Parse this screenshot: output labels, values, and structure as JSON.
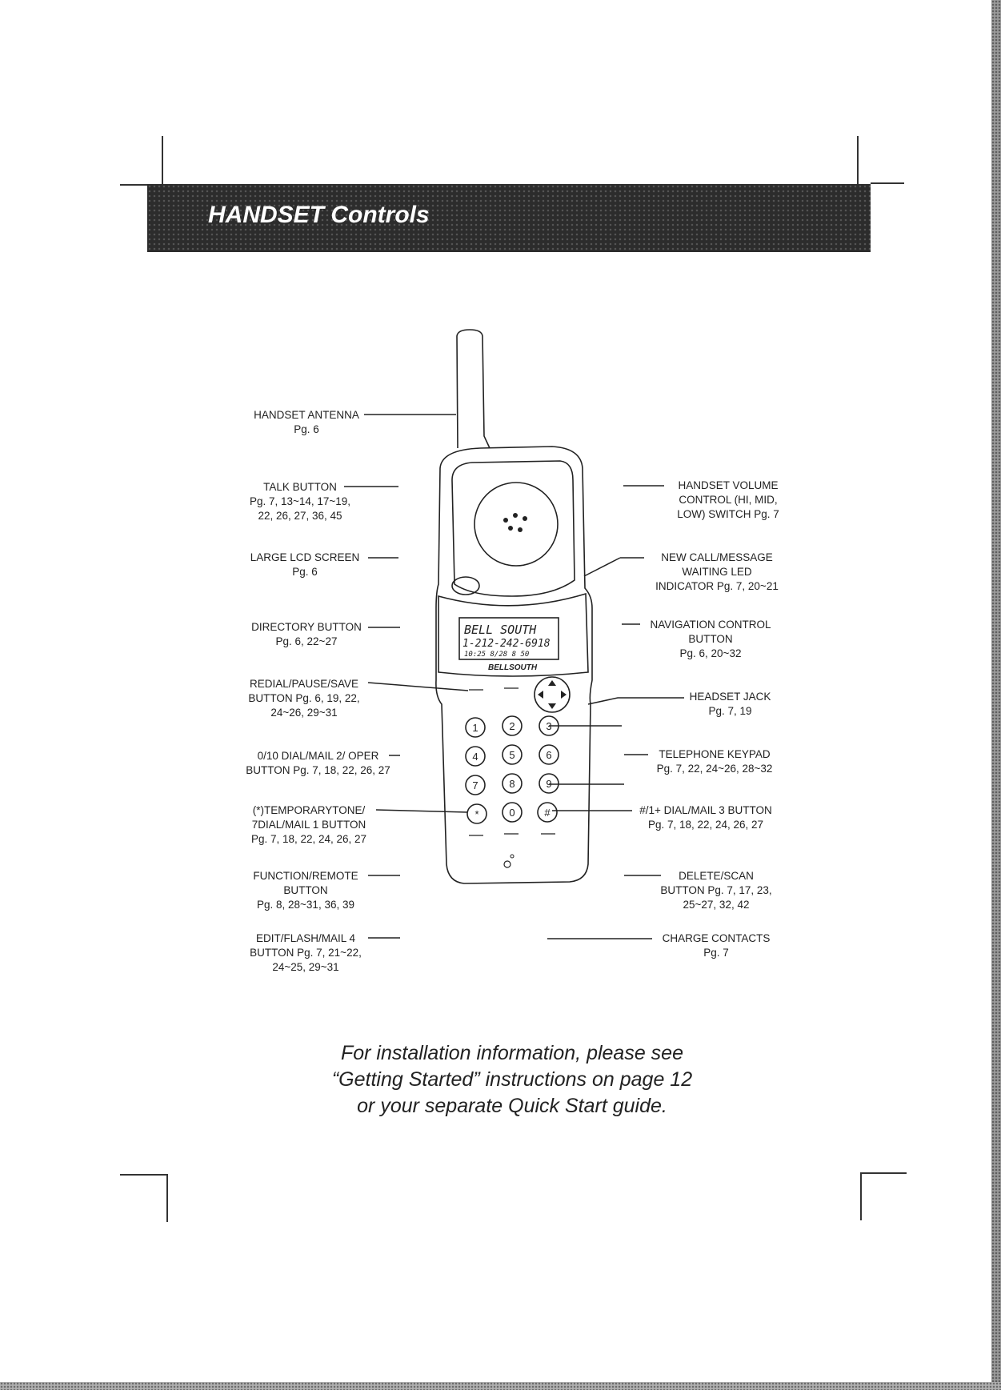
{
  "header": {
    "title": "HANDSET Controls"
  },
  "labels": {
    "antenna": [
      "HANDSET ANTENNA",
      "Pg. 6"
    ],
    "talk": [
      "TALK BUTTON",
      "Pg. 7, 13~14, 17~19,",
      "22, 26, 27, 36, 45"
    ],
    "lcd": [
      "LARGE LCD SCREEN",
      "Pg. 6"
    ],
    "directory": [
      "DIRECTORY BUTTON",
      "Pg. 6, 22~27"
    ],
    "redial": [
      "REDIAL/PAUSE/SAVE",
      "BUTTON Pg. 6, 19, 22,",
      "24~26, 29~31"
    ],
    "oper": [
      "0/10 DIAL/MAIL 2/ OPER",
      "BUTTON Pg. 7, 18, 22, 26, 27"
    ],
    "tone": [
      "(*)TEMPORARYTONE/",
      "7DIAL/MAIL 1 BUTTON",
      "Pg. 7, 18, 22, 24, 26, 27"
    ],
    "function": [
      "FUNCTION/REMOTE",
      "BUTTON",
      "Pg. 8, 28~31, 36, 39"
    ],
    "edit": [
      "EDIT/FLASH/MAIL 4",
      "BUTTON Pg. 7, 21~22,",
      "24~25, 29~31"
    ],
    "volume": [
      "HANDSET VOLUME",
      "CONTROL (HI, MID,",
      "LOW) SWITCH Pg. 7"
    ],
    "newcall": [
      "NEW CALL/MESSAGE",
      "WAITING LED",
      "INDICATOR Pg. 7, 20~21"
    ],
    "navigation": [
      "NAVIGATION CONTROL",
      "BUTTON",
      "Pg. 6, 20~32"
    ],
    "headset": [
      "HEADSET JACK",
      "Pg. 7, 19"
    ],
    "keypad": [
      "TELEPHONE KEYPAD",
      "Pg. 7, 22, 24~26, 28~32"
    ],
    "dial1": [
      "#/1+ DIAL/MAIL 3 BUTTON",
      "Pg. 7, 18, 22, 24, 26, 27"
    ],
    "delete": [
      "DELETE/SCAN",
      "BUTTON Pg. 7, 17, 23,",
      "25~27, 32, 42"
    ],
    "charge": [
      "CHARGE CONTACTS",
      "Pg. 7"
    ]
  },
  "handset": {
    "lcd_line1": "BELL SOUTH",
    "lcd_line2": "1-212-242-6918",
    "lcd_line3": "10:25 8/28 8 50",
    "brand": "BELLSOUTH",
    "keys": [
      "1",
      "2",
      "3",
      "4",
      "5",
      "6",
      "7",
      "8",
      "9",
      "*",
      "0",
      "#"
    ]
  },
  "footer": [
    "For installation information, please see",
    "“Getting Started” instructions on page 12",
    "or your separate Quick Start guide."
  ]
}
